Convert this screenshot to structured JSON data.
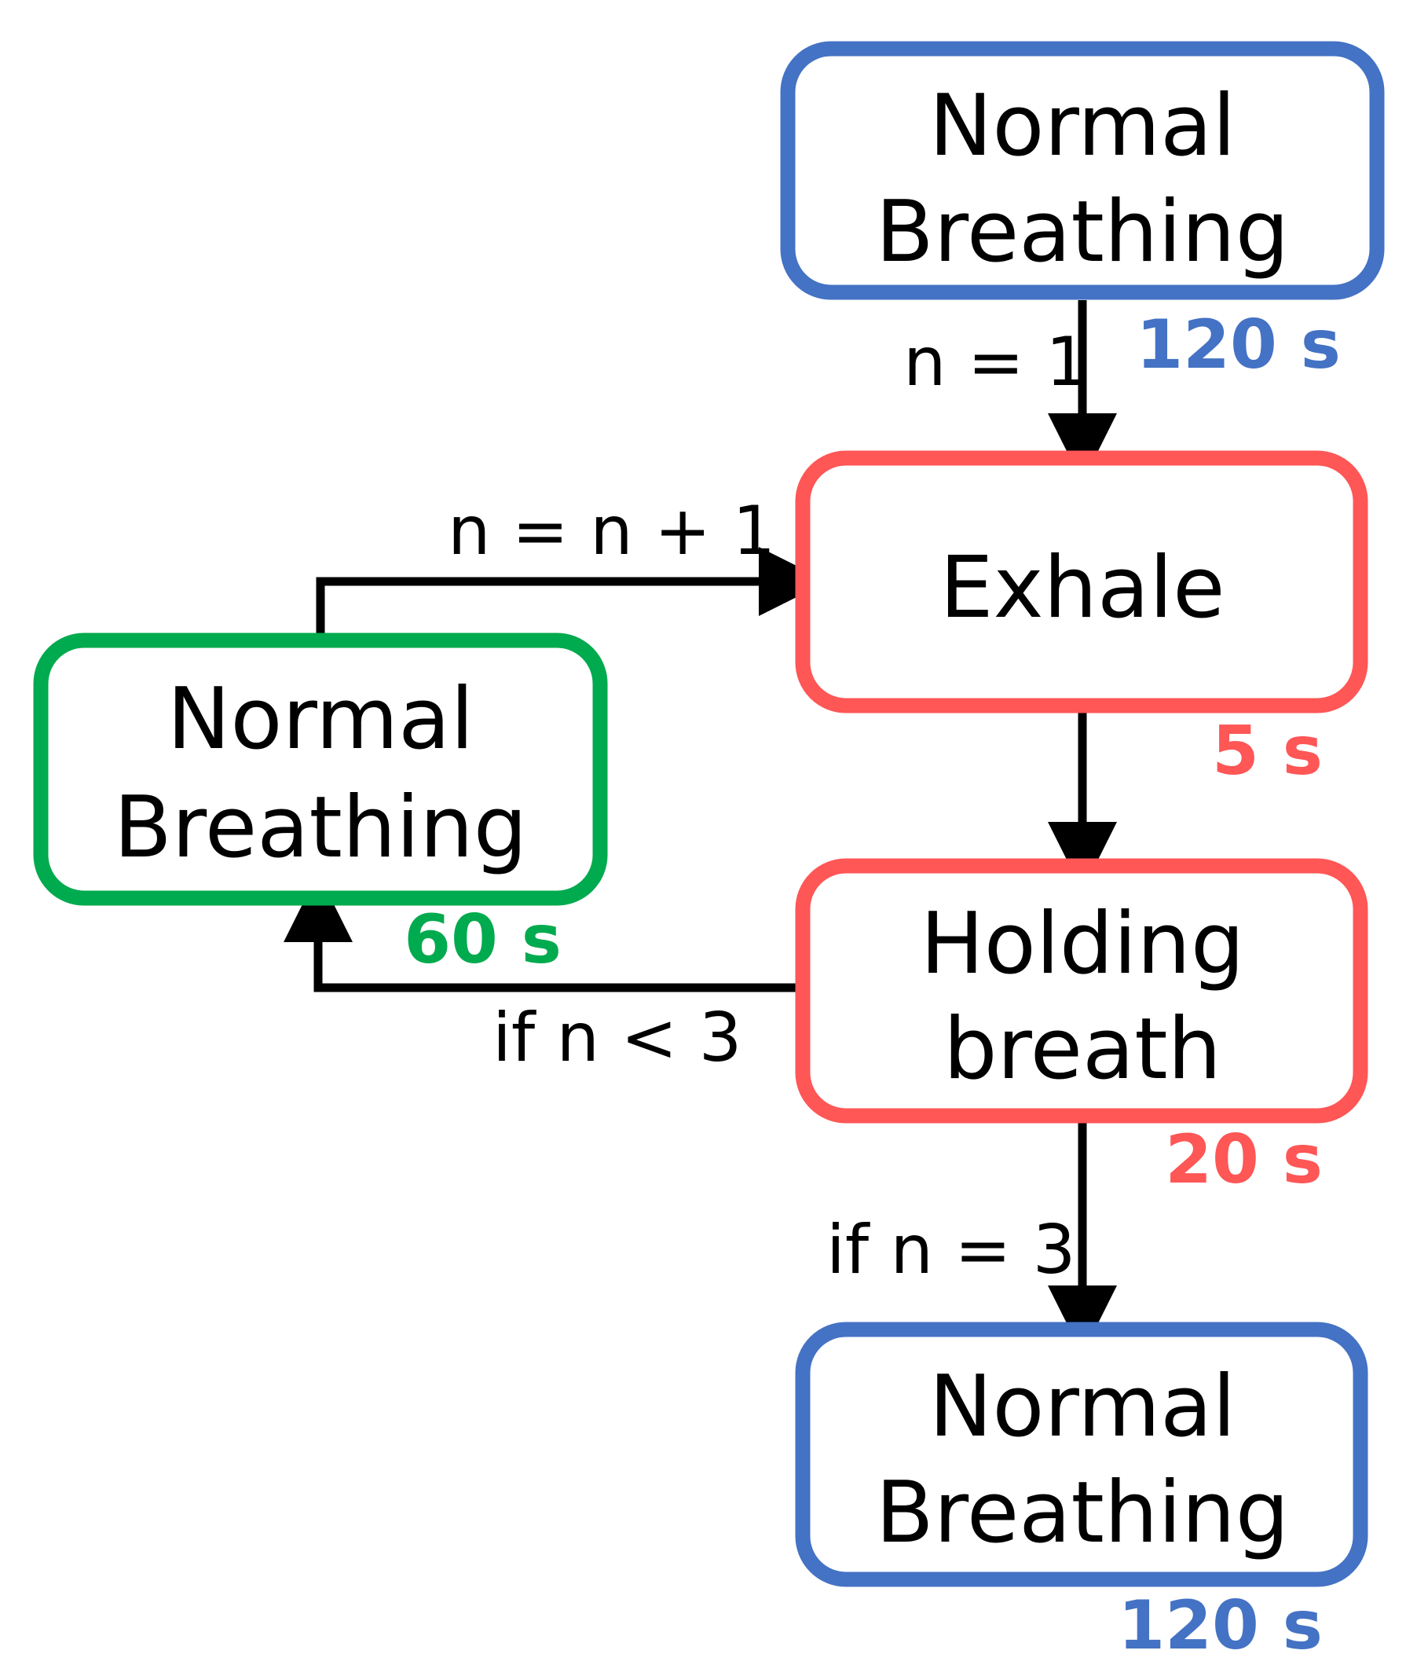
{
  "colors": {
    "blue": "#4472C4",
    "red": "#FF5656",
    "green": "#00AA4E",
    "black": "#000000"
  },
  "nodes": {
    "start": {
      "line1": "Normal",
      "line2": "Breathing",
      "duration": "120 s"
    },
    "exhale": {
      "label": "Exhale",
      "duration": "5 s"
    },
    "hold": {
      "line1": "Holding",
      "line2": "breath",
      "duration": "20 s"
    },
    "rest": {
      "line1": "Normal",
      "line2": "Breathing",
      "duration": "60 s"
    },
    "end": {
      "line1": "Normal",
      "line2": "Breathing",
      "duration": "120 s"
    }
  },
  "edges": {
    "init": "n = 1",
    "increment": "n = n + 1",
    "loop": "if n < 3",
    "finish": "if n = 3"
  }
}
